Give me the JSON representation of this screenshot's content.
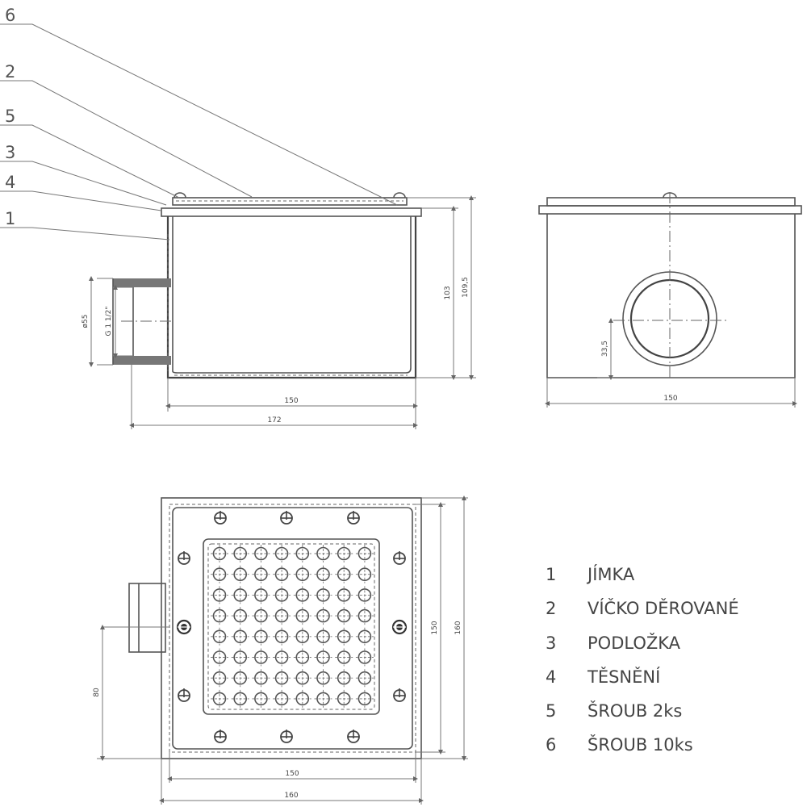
{
  "callouts": [
    "6",
    "2",
    "5",
    "3",
    "4",
    "1"
  ],
  "side_view": {
    "dim_height_inner": "103",
    "dim_height_total": "109,5",
    "dim_width_body": "150",
    "dim_width_total": "172",
    "dim_pipe_diameter": "ø55",
    "dim_thread": "G 1 1/2\""
  },
  "front_view": {
    "dim_outlet_height": "33,5",
    "dim_width": "150"
  },
  "top_view": {
    "dim_outlet_offset": "80",
    "dim_inner_height": "150",
    "dim_outer_height": "160",
    "dim_inner_width": "150",
    "dim_outer_width": "160",
    "grid_rows": 8,
    "grid_cols": 8
  },
  "legend": [
    {
      "num": "1",
      "label": "JÍMKA"
    },
    {
      "num": "2",
      "label": "VÍČKO DĚROVANÉ"
    },
    {
      "num": "3",
      "label": "PODLOŽKA"
    },
    {
      "num": "4",
      "label": "TĚSNĚNÍ"
    },
    {
      "num": "5",
      "label": "ŠROUB  2ks"
    },
    {
      "num": "6",
      "label": "ŠROUB  10ks"
    }
  ]
}
